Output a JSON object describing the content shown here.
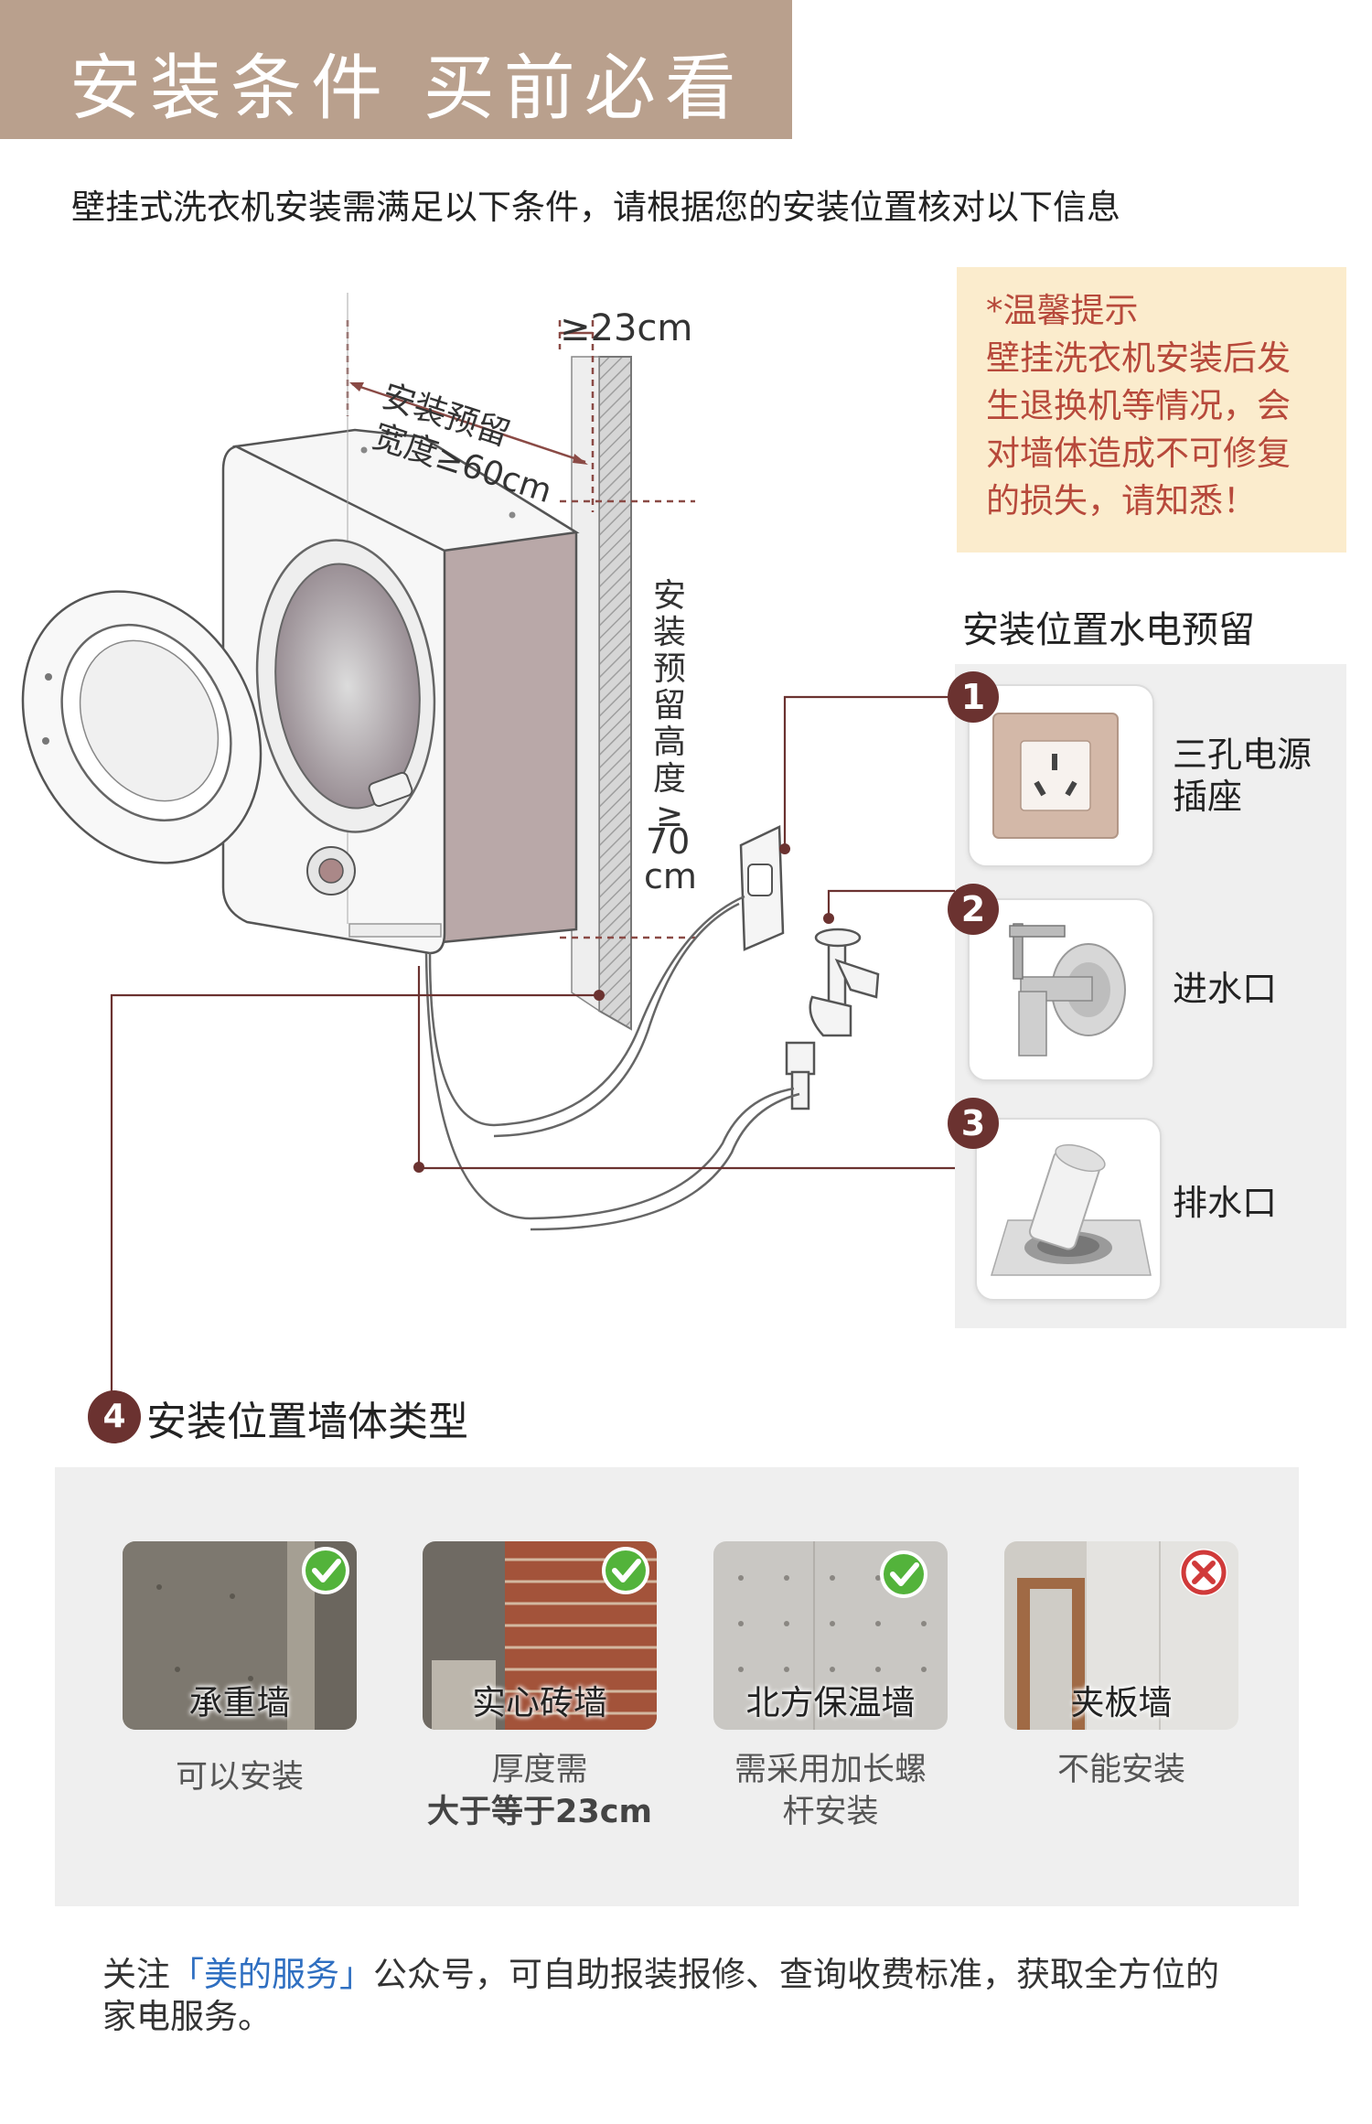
{
  "header": {
    "title": "安装条件 买前必看"
  },
  "intro": "壁挂式洗衣机安装需满足以下条件，请根据您的安装位置核对以下信息",
  "tip": {
    "lines": [
      "*温馨提示",
      "壁挂洗衣机安装后发",
      "生退换机等情况，会",
      "对墙体造成不可修复",
      "的损失，请知悉！"
    ]
  },
  "diagram": {
    "depth": "≥23cm",
    "width_line1": "安装预留",
    "width_line2": "宽度≥60cm",
    "height_chars": [
      "安",
      "装",
      "预",
      "留",
      "高",
      "度",
      "≥"
    ],
    "height_value": "70",
    "height_unit": "cm"
  },
  "hydro": {
    "title": "安装位置水电预留",
    "items": [
      {
        "num": "1",
        "label_line1": "三孔电源",
        "label_line2": "插座"
      },
      {
        "num": "2",
        "label_line1": "进水口",
        "label_line2": ""
      },
      {
        "num": "3",
        "label_line1": "排水口",
        "label_line2": ""
      }
    ]
  },
  "walls": {
    "num": "4",
    "title": "安装位置墙体类型",
    "items": [
      {
        "name": "承重墙",
        "desc1": "可以安装",
        "desc2": "",
        "ok": true
      },
      {
        "name": "实心砖墙",
        "desc1": "厚度需",
        "desc2": "大于等于23cm",
        "ok": true
      },
      {
        "name": "北方保温墙",
        "desc1": "需采用加长螺",
        "desc2": "杆安装",
        "ok": true
      },
      {
        "name": "夹板墙",
        "desc1": "不能安装",
        "desc2": "",
        "ok": false
      }
    ]
  },
  "footer": {
    "part1": "关注",
    "highlight": "「美的服务」",
    "part2": "公众号，可自助报装报修、查询收费标准，获取全方位的",
    "line2": "家电服务。"
  },
  "colors": {
    "header_bg": "#b9a08d",
    "accent_dark": "#6b3230",
    "tip_bg": "#fbeccd",
    "tip_text": "#b7493b",
    "link_blue": "#2f6fc1",
    "check_green": "#53b33b",
    "cross_red": "#d03a3a"
  }
}
